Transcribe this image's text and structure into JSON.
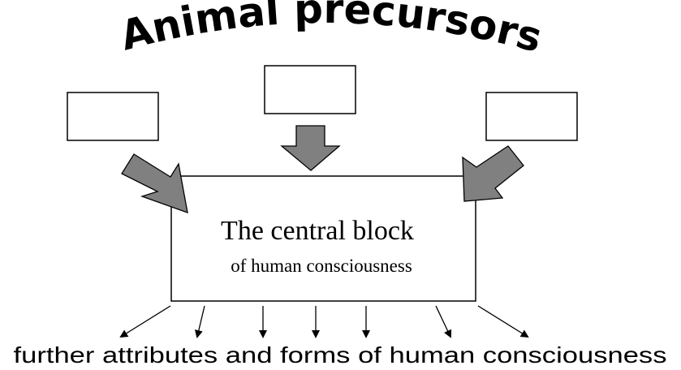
{
  "title": "Animal precursors",
  "central_block": {
    "main": "The central block",
    "sub": "of human consciousness"
  },
  "bottom_label": "further attributes and forms of human consciousness"
}
